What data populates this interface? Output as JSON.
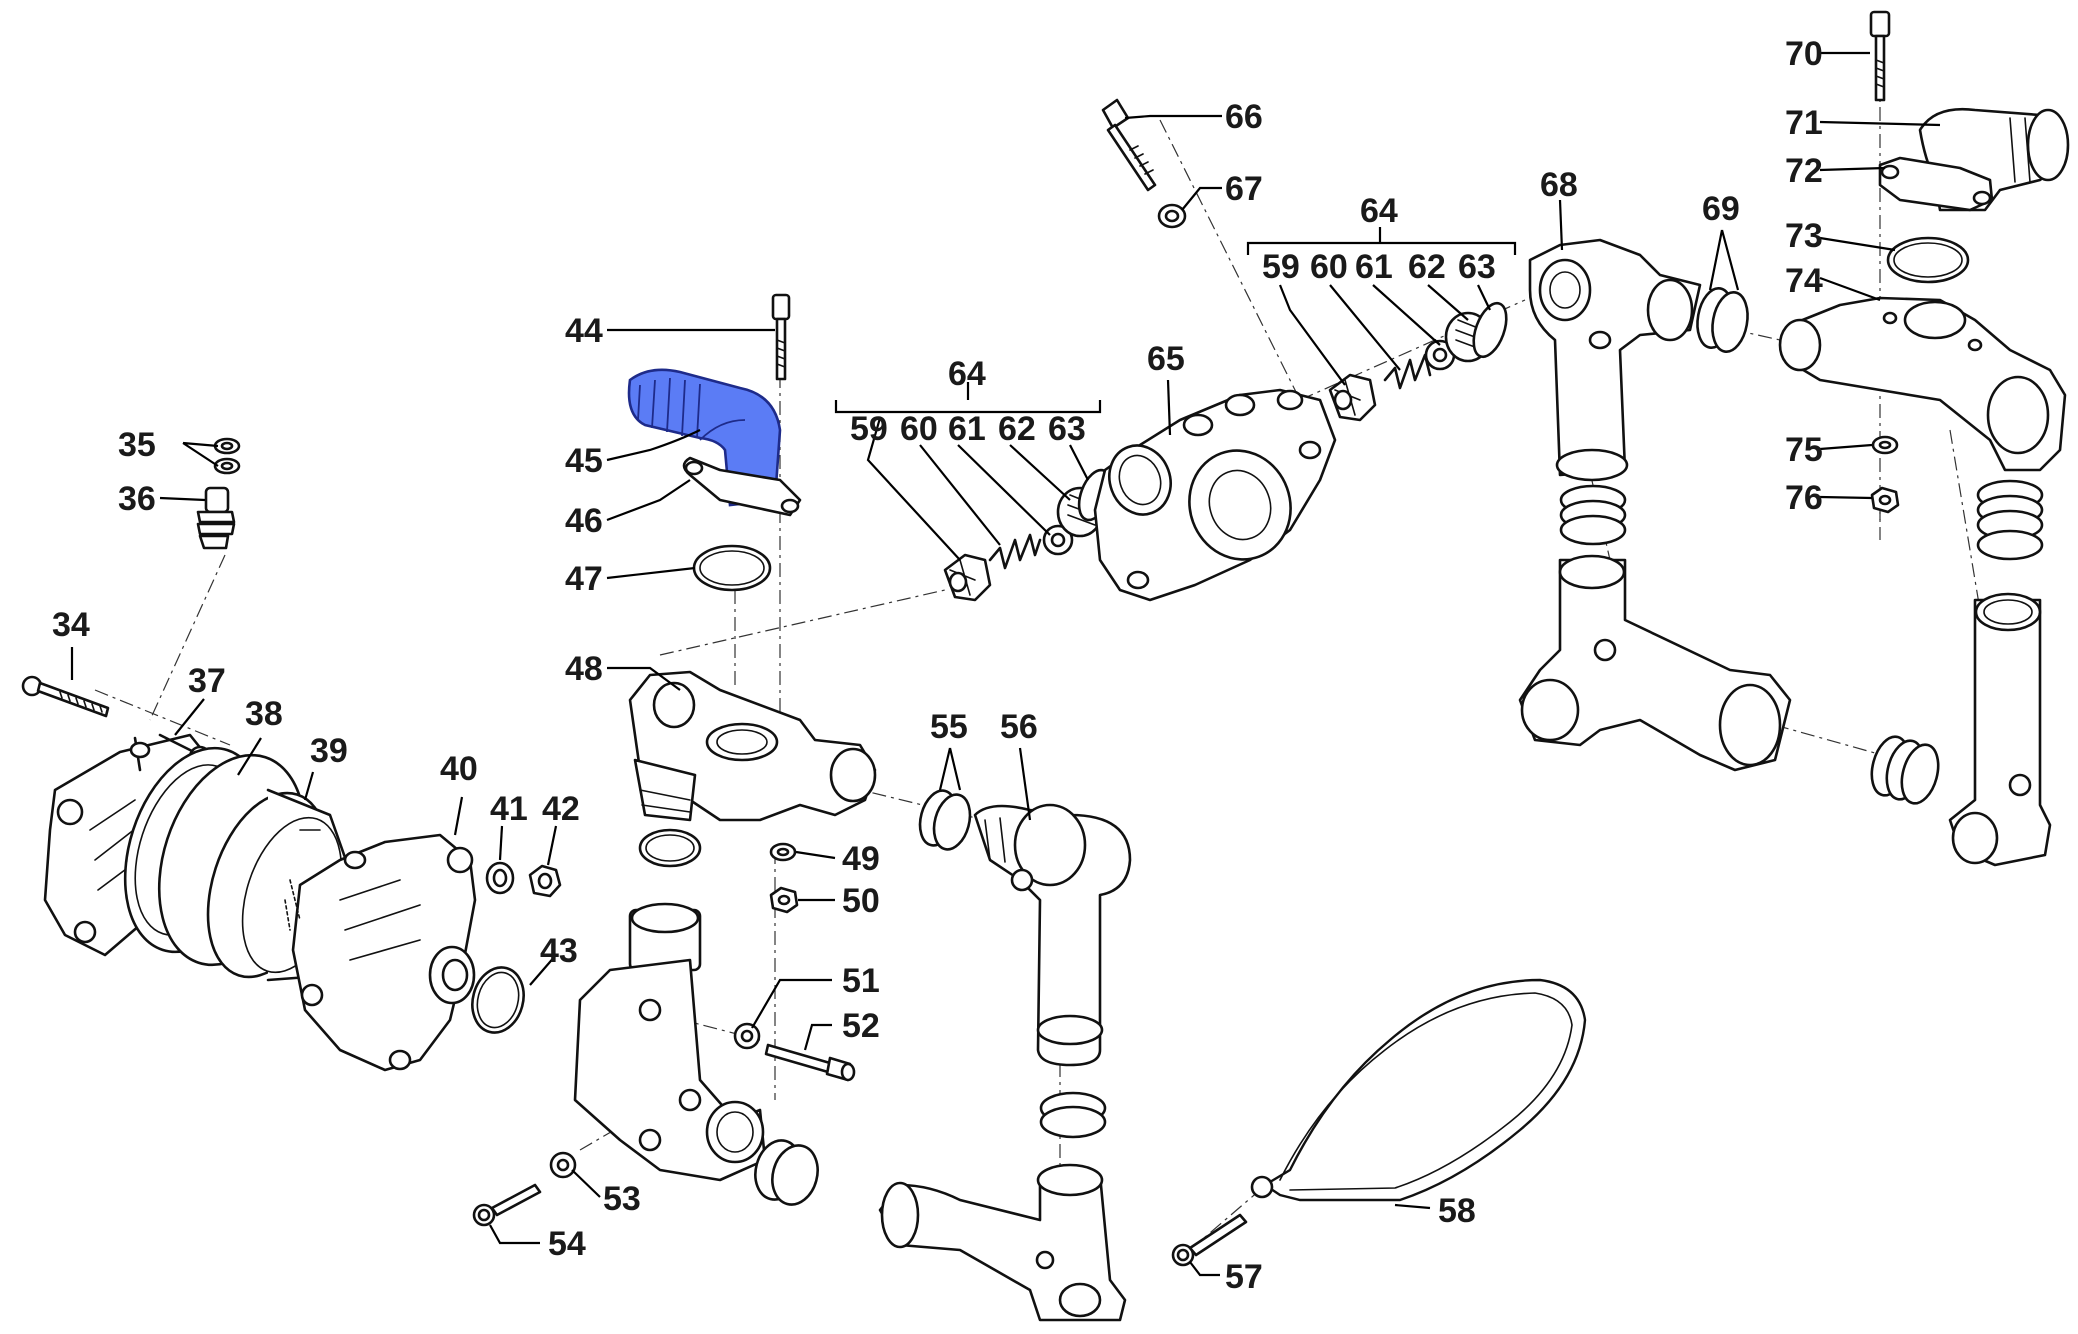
{
  "diagram": {
    "highlighted_part": "45",
    "highlight_color": "#5b7cf5",
    "labels": {
      "l34": "34",
      "l35": "35",
      "l36": "36",
      "l37": "37",
      "l38": "38",
      "l39": "39",
      "l40": "40",
      "l41": "41",
      "l42": "42",
      "l43": "43",
      "l44": "44",
      "l45": "45",
      "l46": "46",
      "l47": "47",
      "l48": "48",
      "l49": "49",
      "l50": "50",
      "l51": "51",
      "l52": "52",
      "l53": "53",
      "l54": "54",
      "l55": "55",
      "l56": "56",
      "l57": "57",
      "l58": "58",
      "l64a": "64",
      "l59a": "59",
      "l60a": "60",
      "l61a": "61",
      "l62a": "62",
      "l63a": "63",
      "l65": "65",
      "l66": "66",
      "l67": "67",
      "l64b": "64",
      "l59b": "59",
      "l60b": "60",
      "l61b": "61",
      "l62b": "62",
      "l63b": "63",
      "l68": "68",
      "l69": "69",
      "l70": "70",
      "l71": "71",
      "l72": "72",
      "l73": "73",
      "l74": "74",
      "l75": "75",
      "l76": "76"
    }
  }
}
